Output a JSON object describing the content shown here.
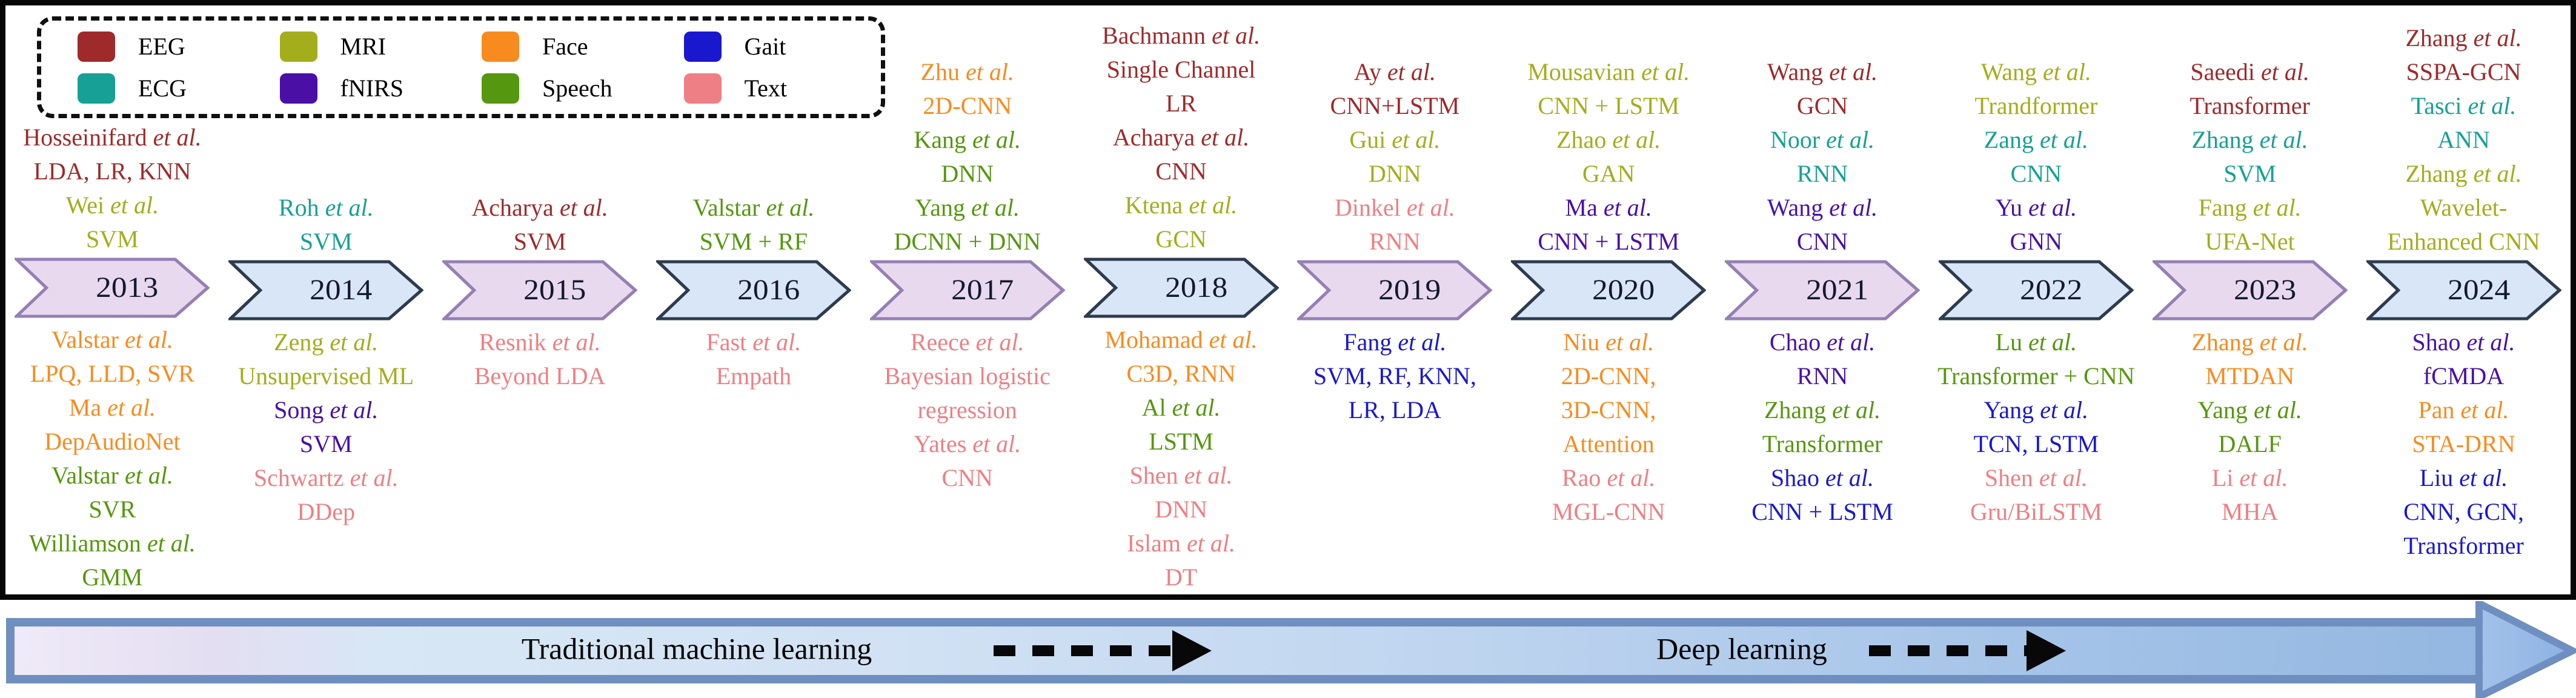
{
  "palette": {
    "eeg": "#9e2a2b",
    "ecg": "#16a096",
    "mri": "#a4ad1c",
    "fnirs": "#4a10a6",
    "face": "#f78b1f",
    "speech": "#55970e",
    "gait": "#1a18cf",
    "text": "#ee7f84"
  },
  "chevron_styles": {
    "pink": {
      "fill": "#e8d9ef",
      "stroke": "#9480b4"
    },
    "blue": {
      "fill": "#d9e6f8",
      "stroke": "#2d3b4e"
    }
  },
  "legend": {
    "items": [
      {
        "label": "EEG",
        "modality": "eeg"
      },
      {
        "label": "ECG",
        "modality": "ecg"
      },
      {
        "label": "MRI",
        "modality": "mri"
      },
      {
        "label": "fNIRS",
        "modality": "fnirs"
      },
      {
        "label": "Face",
        "modality": "face"
      },
      {
        "label": "Speech",
        "modality": "speech"
      },
      {
        "label": "Gait",
        "modality": "gait"
      },
      {
        "label": "Text",
        "modality": "text"
      }
    ]
  },
  "timeline": {
    "columns": [
      {
        "year": "2013",
        "style": "pink",
        "top": [
          {
            "author": "Hosseinifard",
            "etal": "et al.",
            "method": "LDA, LR, KNN",
            "modality": "eeg"
          },
          {
            "author": "Wei",
            "etal": "et al.",
            "method": "SVM",
            "modality": "mri"
          }
        ],
        "bottom": [
          {
            "author": "Valstar",
            "etal": "et al.",
            "method": "LPQ, LLD, SVR",
            "modality": "face"
          },
          {
            "author": "Ma",
            "etal": "et al.",
            "method": "DepAudioNet",
            "modality": "face"
          },
          {
            "author": "Valstar",
            "etal": "et al.",
            "method": "SVR",
            "modality": "speech"
          },
          {
            "author": "Williamson",
            "etal": "et al.",
            "method": "GMM",
            "modality": "speech"
          }
        ]
      },
      {
        "year": "2014",
        "style": "blue",
        "top": [
          {
            "author": "Roh",
            "etal": "et al.",
            "method": "SVM",
            "modality": "ecg"
          }
        ],
        "bottom": [
          {
            "author": "Zeng",
            "etal": "et al.",
            "method": "Unsupervised ML",
            "modality": "mri"
          },
          {
            "author": "Song",
            "etal": "et al.",
            "method": "SVM",
            "modality": "fnirs"
          },
          {
            "author": "Schwartz",
            "etal": "et al.",
            "method": "DDep",
            "modality": "text"
          }
        ]
      },
      {
        "year": "2015",
        "style": "pink",
        "top": [
          {
            "author": "Acharya",
            "etal": "et al.",
            "method": "SVM",
            "modality": "eeg"
          }
        ],
        "bottom": [
          {
            "author": "Resnik",
            "etal": "et al.",
            "method": "Beyond LDA",
            "modality": "text"
          }
        ]
      },
      {
        "year": "2016",
        "style": "blue",
        "top": [
          {
            "author": "Valstar",
            "etal": "et al.",
            "method": "SVM + RF",
            "modality": "speech"
          }
        ],
        "bottom": [
          {
            "author": "Fast",
            "etal": "et al.",
            "method": "Empath",
            "modality": "text"
          }
        ]
      },
      {
        "year": "2017",
        "style": "pink",
        "top": [
          {
            "author": "Zhu",
            "etal": "et al.",
            "method": "2D-CNN",
            "modality": "face"
          },
          {
            "author": "Kang",
            "etal": "et al.",
            "method": "DNN",
            "modality": "speech"
          },
          {
            "author": "Yang",
            "etal": "et al.",
            "method": "DCNN + DNN",
            "modality": "speech"
          }
        ],
        "bottom": [
          {
            "author": "Reece",
            "etal": "et al.",
            "method": "Bayesian logistic\nregression",
            "modality": "text"
          },
          {
            "author": "Yates",
            "etal": "et al.",
            "method": "CNN",
            "modality": "text"
          }
        ]
      },
      {
        "year": "2018",
        "style": "blue",
        "top": [
          {
            "author": "Bachmann",
            "etal": "et al.",
            "method": "Single Channel\nLR",
            "modality": "eeg"
          },
          {
            "author": "Acharya",
            "etal": "et al.",
            "method": "CNN",
            "modality": "eeg"
          },
          {
            "author": "Ktena",
            "etal": "et al.",
            "method": "GCN",
            "modality": "mri"
          }
        ],
        "bottom": [
          {
            "author": "Mohamad",
            "etal": "et al.",
            "method": "C3D, RNN",
            "modality": "face"
          },
          {
            "author": "Al",
            "etal": "et al.",
            "method": "LSTM",
            "modality": "speech"
          },
          {
            "author": "Shen",
            "etal": "et al.",
            "method": "DNN",
            "modality": "text"
          },
          {
            "author": "Islam",
            "etal": "et al.",
            "method": "DT",
            "modality": "text"
          }
        ]
      },
      {
        "year": "2019",
        "style": "pink",
        "top": [
          {
            "author": "Ay",
            "etal": "et al.",
            "method": "CNN+LSTM",
            "modality": "eeg"
          },
          {
            "author": "Gui",
            "etal": "et al.",
            "method": "DNN",
            "modality": "mri"
          },
          {
            "author": "Dinkel",
            "etal": "et al.",
            "method": "RNN",
            "modality": "text"
          }
        ],
        "bottom": [
          {
            "author": "Fang",
            "etal": "et al.",
            "method": "SVM, RF, KNN,\nLR, LDA",
            "modality": "gait"
          }
        ]
      },
      {
        "year": "2020",
        "style": "blue",
        "top": [
          {
            "author": "Mousavian",
            "etal": "et al.",
            "method": "CNN + LSTM",
            "modality": "mri"
          },
          {
            "author": "Zhao",
            "etal": "et al.",
            "method": "GAN",
            "modality": "mri"
          },
          {
            "author": "Ma",
            "etal": "et al.",
            "method": "CNN + LSTM",
            "modality": "fnirs"
          }
        ],
        "bottom": [
          {
            "author": "Niu",
            "etal": "et al.",
            "method": "2D-CNN,\n3D-CNN,\nAttention",
            "modality": "face"
          },
          {
            "author": "Rao",
            "etal": "et al.",
            "method": "MGL-CNN",
            "modality": "text"
          }
        ]
      },
      {
        "year": "2021",
        "style": "pink",
        "top": [
          {
            "author": "Wang",
            "etal": "et al.",
            "method": "GCN",
            "modality": "eeg"
          },
          {
            "author": "Noor",
            "etal": "et al.",
            "method": "RNN",
            "modality": "ecg"
          },
          {
            "author": "Wang",
            "etal": "et al.",
            "method": "CNN",
            "modality": "fnirs"
          }
        ],
        "bottom": [
          {
            "author": "Chao",
            "etal": "et al.",
            "method": "RNN",
            "modality": "fnirs"
          },
          {
            "author": "Zhang",
            "etal": "et al.",
            "method": "Transformer",
            "modality": "speech"
          },
          {
            "author": "Shao",
            "etal": "et al.",
            "method": "CNN + LSTM",
            "modality": "gait"
          }
        ]
      },
      {
        "year": "2022",
        "style": "blue",
        "top": [
          {
            "author": "Wang",
            "etal": "et al.",
            "method": "Trandformer",
            "modality": "mri"
          },
          {
            "author": "Zang",
            "etal": "et al.",
            "method": "CNN",
            "modality": "ecg"
          },
          {
            "author": "Yu",
            "etal": "et al.",
            "method": "GNN",
            "modality": "fnirs"
          }
        ],
        "bottom": [
          {
            "author": "Lu",
            "etal": "et al.",
            "method": "Transformer + CNN",
            "modality": "speech"
          },
          {
            "author": "Yang",
            "etal": "et al.",
            "method": "TCN, LSTM",
            "modality": "gait"
          },
          {
            "author": "Shen",
            "etal": "et al.",
            "method": "Gru/BiLSTM",
            "modality": "text"
          }
        ]
      },
      {
        "year": "2023",
        "style": "pink",
        "top": [
          {
            "author": "Saeedi",
            "etal": "et al.",
            "method": "Transformer",
            "modality": "eeg"
          },
          {
            "author": "Zhang",
            "etal": "et al.",
            "method": "SVM",
            "modality": "ecg"
          },
          {
            "author": "Fang",
            "etal": "et al.",
            "method": "UFA-Net",
            "modality": "mri"
          }
        ],
        "bottom": [
          {
            "author": "Zhang",
            "etal": "et al.",
            "method": "MTDAN",
            "modality": "face"
          },
          {
            "author": "Yang",
            "etal": "et al.",
            "method": "DALF",
            "modality": "speech"
          },
          {
            "author": "Li",
            "etal": "et al.",
            "method": "MHA",
            "modality": "text"
          }
        ]
      },
      {
        "year": "2024",
        "style": "blue",
        "top": [
          {
            "author": "Zhang",
            "etal": "et al.",
            "method": "SSPA-GCN",
            "modality": "eeg"
          },
          {
            "author": "Tasci",
            "etal": "et al.",
            "method": "ANN",
            "modality": "ecg"
          },
          {
            "author": "Zhang",
            "etal": "et al.",
            "method": "Wavelet-\nEnhanced CNN",
            "modality": "mri"
          }
        ],
        "bottom": [
          {
            "author": "Shao",
            "etal": "et al.",
            "method": "fCMDA",
            "modality": "fnirs"
          },
          {
            "author": "Pan",
            "etal": "et al.",
            "method": "STA-DRN",
            "modality": "face"
          },
          {
            "author": "Liu",
            "etal": "et al.",
            "method": "CNN, GCN,\nTransformer",
            "modality": "gait"
          }
        ]
      }
    ]
  },
  "footer": {
    "labels": [
      {
        "text": "Traditional machine learning"
      },
      {
        "text": "Deep learning"
      }
    ]
  }
}
